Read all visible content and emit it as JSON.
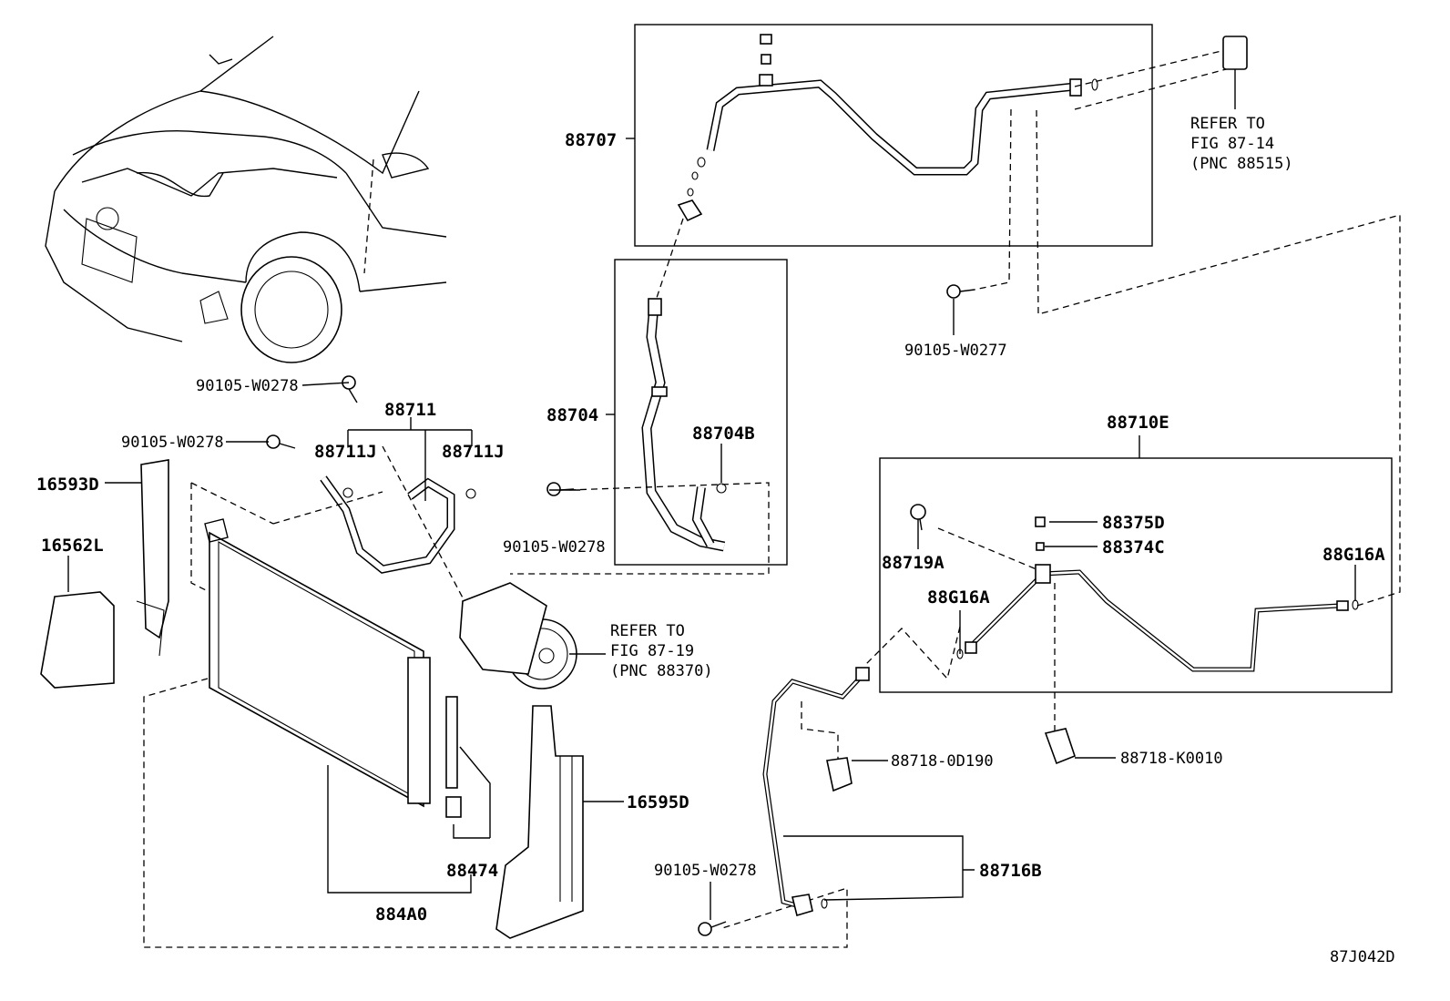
{
  "diagram_id": "87J042D",
  "part_labels": {
    "p88707": "88707",
    "p88704": "88704",
    "p88704B": "88704B",
    "p88711": "88711",
    "p88711J_left": "88711J",
    "p88711J_right": "88711J",
    "p16593D": "16593D",
    "p16562L": "16562L",
    "p16595D": "16595D",
    "p88474": "88474",
    "p884A0": "884A0",
    "p88710E": "88710E",
    "p88375D": "88375D",
    "p88374C": "88374C",
    "p88719A": "88719A",
    "p88G16A_mid": "88G16A",
    "p88G16A_right": "88G16A",
    "p88718_0D190": "88718-0D190",
    "p88718_K0010": "88718-K0010",
    "p88716B": "88716B",
    "bolt_a": "90105-W0278",
    "bolt_b": "90105-W0278",
    "bolt_c": "90105-W0278",
    "bolt_d": "90105-W0278",
    "bolt_e": "90105-W0277"
  },
  "references": {
    "ref_87_14": [
      "REFER TO",
      "FIG 87-14",
      "(PNC 88515)"
    ],
    "ref_87_19": [
      "REFER TO",
      "FIG 87-19",
      "(PNC 88370)"
    ]
  }
}
